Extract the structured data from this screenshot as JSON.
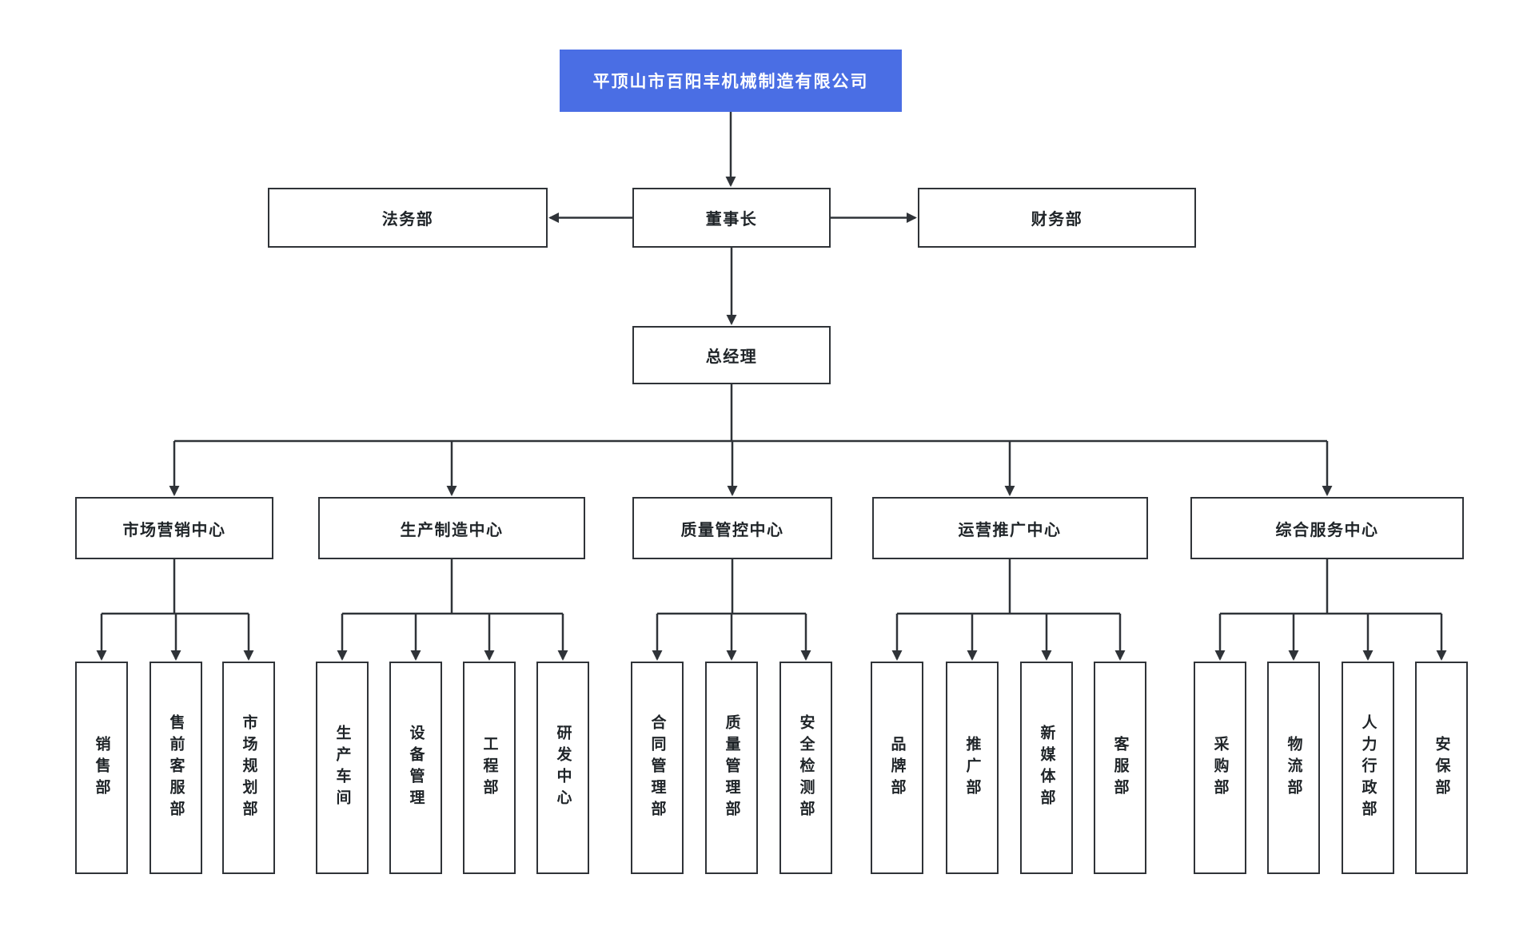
{
  "diagram": {
    "company": "平顶山市百阳丰机械制造有限公司",
    "chairman": "董事长",
    "board_departments": {
      "legal": "法务部",
      "finance": "财务部"
    },
    "general_manager": "总经理",
    "centers": [
      {
        "label": "市场营销中心",
        "children": [
          "销售部",
          "售前客服部",
          "市场规划部"
        ]
      },
      {
        "label": "生产制造中心",
        "children": [
          "生产车间",
          "设备管理",
          "工程部",
          "研发中心"
        ]
      },
      {
        "label": "质量管控中心",
        "children": [
          "合同管理部",
          "质量管理部",
          "安全检测部"
        ]
      },
      {
        "label": "运营推广中心",
        "children": [
          "品牌部",
          "推广部",
          "新媒体部",
          "客服部"
        ]
      },
      {
        "label": "综合服务中心",
        "children": [
          "采购部",
          "物流部",
          "人力行政部",
          "安保部"
        ]
      }
    ],
    "colors": {
      "root_fill": "#4a6ee4",
      "root_text": "#ffffff",
      "node_fill": "#ffffff",
      "node_border": "#2f3338",
      "line": "#2f3338",
      "text": "#1f2428",
      "background": "#ffffff"
    }
  }
}
